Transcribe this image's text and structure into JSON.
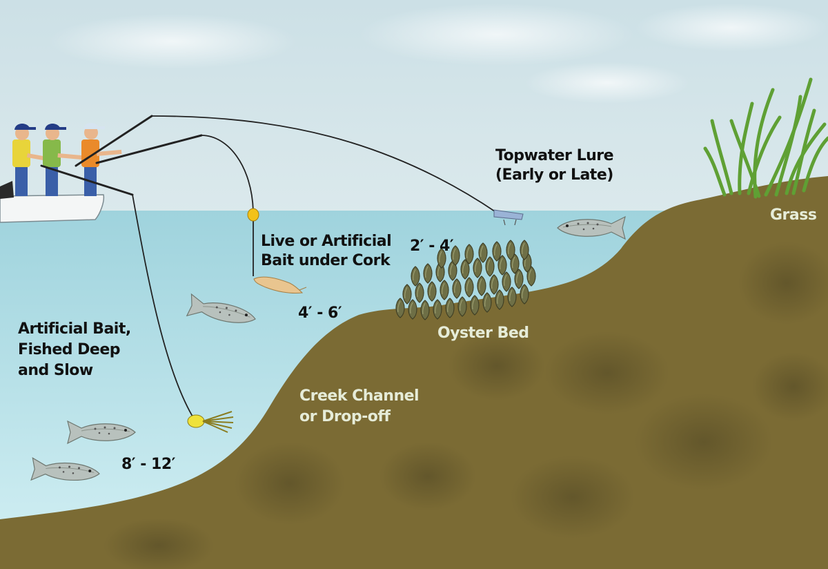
{
  "labels": {
    "topwater_1": "Topwater Lure",
    "topwater_2": "(Early or Late)",
    "grass": "Grass",
    "cork_1": "Live or Artificial",
    "cork_2": "Bait under Cork",
    "depth_shallow": "2′ - 4′",
    "depth_mid": "4′ - 6′",
    "depth_deep": "8′ - 12′",
    "oyster": "Oyster Bed",
    "deep_1": "Artificial Bait,",
    "deep_2": "Fished Deep",
    "deep_3": "and Slow",
    "creek_1": "Creek Channel",
    "creek_2": "or Drop-off"
  },
  "colors": {
    "sky": "#d2e5ea",
    "water": "#aedde6",
    "water_deep": "#c9ecf1",
    "bottom": "#7a6a33",
    "bottom_dark": "#5f5226",
    "grass": "#6aa83a",
    "oyster": "#6f7048",
    "cork": "#f2c21a",
    "jig": "#efe23a",
    "fish": "#b9c2bd",
    "line": "#222222"
  }
}
